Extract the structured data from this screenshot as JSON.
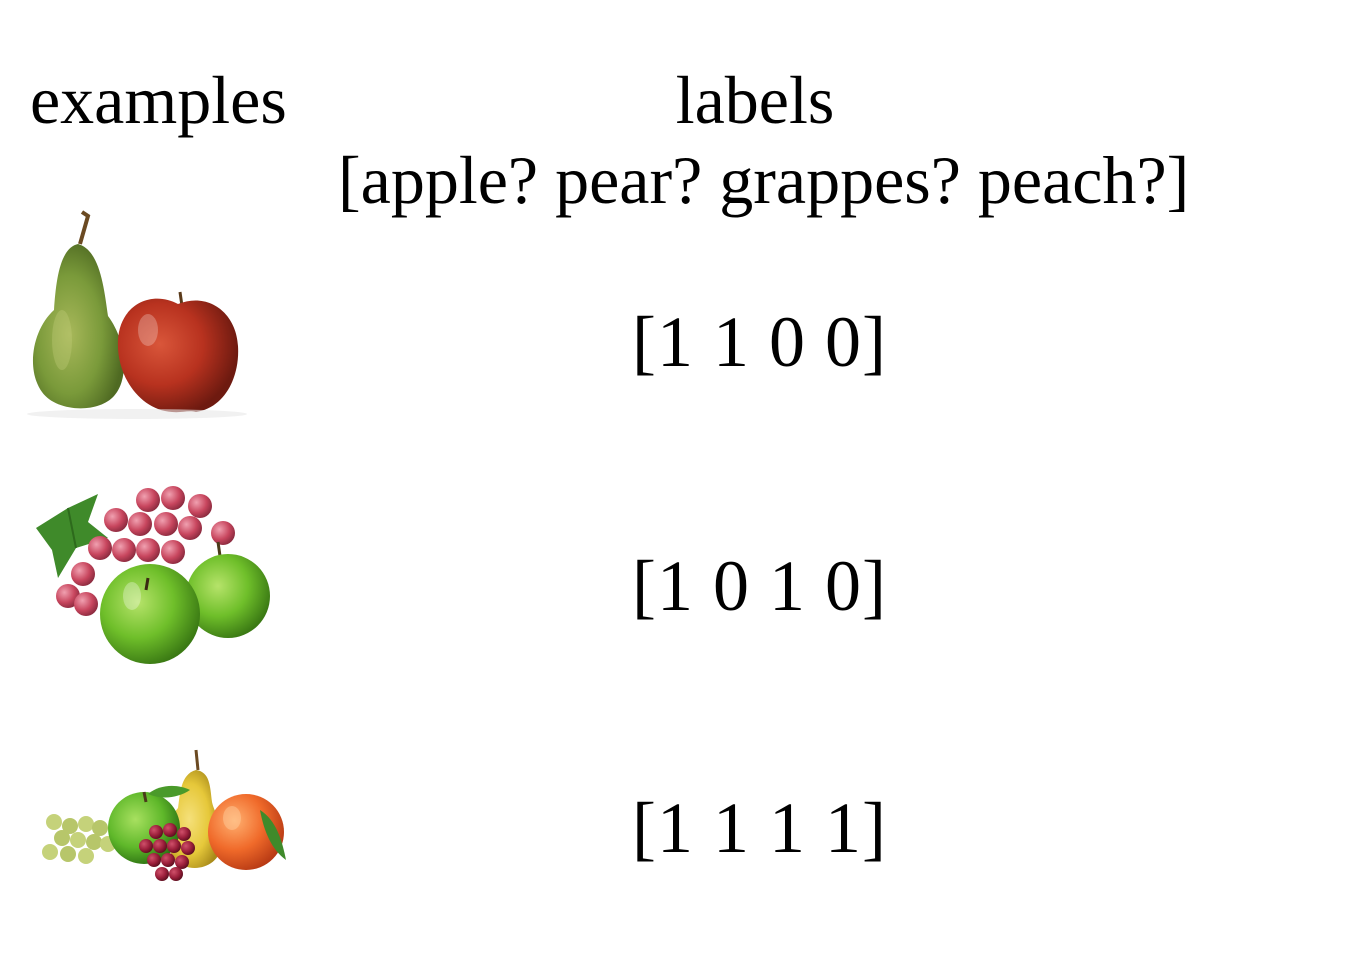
{
  "headings": {
    "examples": "examples",
    "labels": "labels",
    "labels_legend": "[apple? pear? grappes? peach?]"
  },
  "rows": [
    {
      "image_icon": "pear-and-red-apple-image",
      "label_vector": "[1 1 0 0]"
    },
    {
      "image_icon": "grapes-and-green-apples-image",
      "label_vector": "[1 0 1 0]"
    },
    {
      "image_icon": "apple-pear-grapes-peach-image",
      "label_vector": "[1 1 1 1]"
    }
  ],
  "colors": {
    "text": "#000000",
    "background": "#ffffff",
    "pear_green": "#7a9a3a",
    "red_apple": "#b8321f",
    "green_apple": "#6fbf2a",
    "red_grape": "#c8465e",
    "green_grape": "#b7c66a",
    "yellow_pear": "#e6c83a",
    "peach": "#f06a2a"
  }
}
